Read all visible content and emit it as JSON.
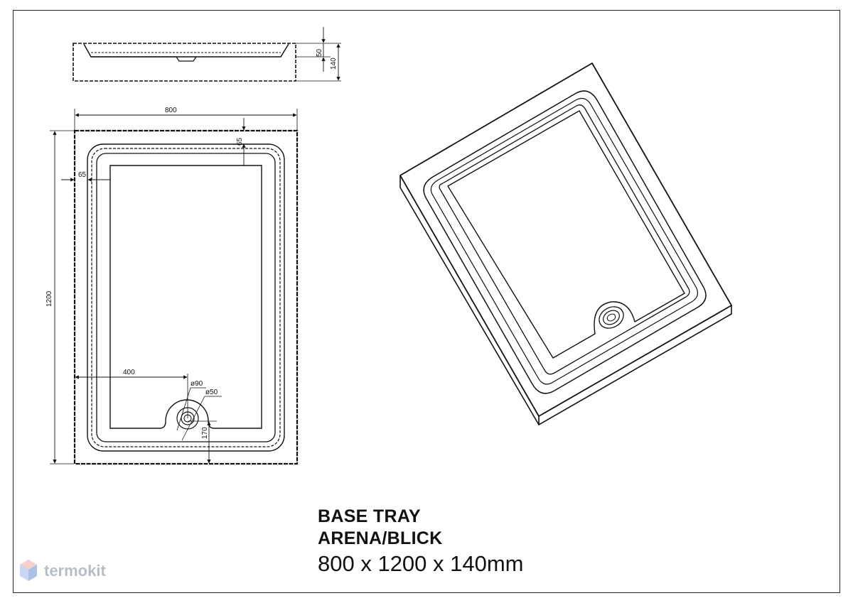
{
  "dimensions": {
    "side_top_depth": "50",
    "side_height": "140",
    "width": "800",
    "length": "1200",
    "rim_top": "65",
    "rim_side": "65",
    "drain_offset": "400",
    "outer_diameter": "ø90",
    "inner_diameter": "ø50",
    "drain_from_edge": "170"
  },
  "title": {
    "line1": "BASE TRAY",
    "line2": "ARENA/BLICK",
    "line3": "800 x 1200 x 140mm"
  },
  "watermark": {
    "text": "termokit",
    "icon": "cube-logo-icon",
    "color": "#6a8fd0"
  }
}
